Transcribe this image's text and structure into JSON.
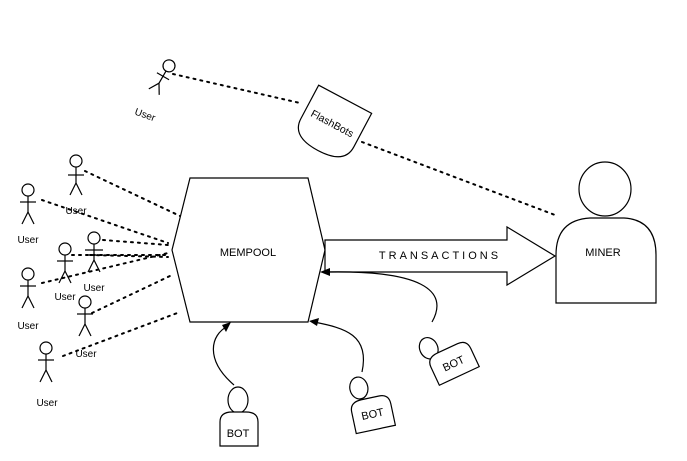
{
  "nodes": {
    "mempool": "MEMPOOL",
    "miner": "MINER",
    "flashbots": "FlashBots",
    "transactions": "TRANSACTIONS"
  },
  "users": [
    "User",
    "User",
    "User",
    "User",
    "User",
    "User",
    "User",
    "User"
  ],
  "bots": [
    "BOT",
    "BOT",
    "BOT"
  ]
}
